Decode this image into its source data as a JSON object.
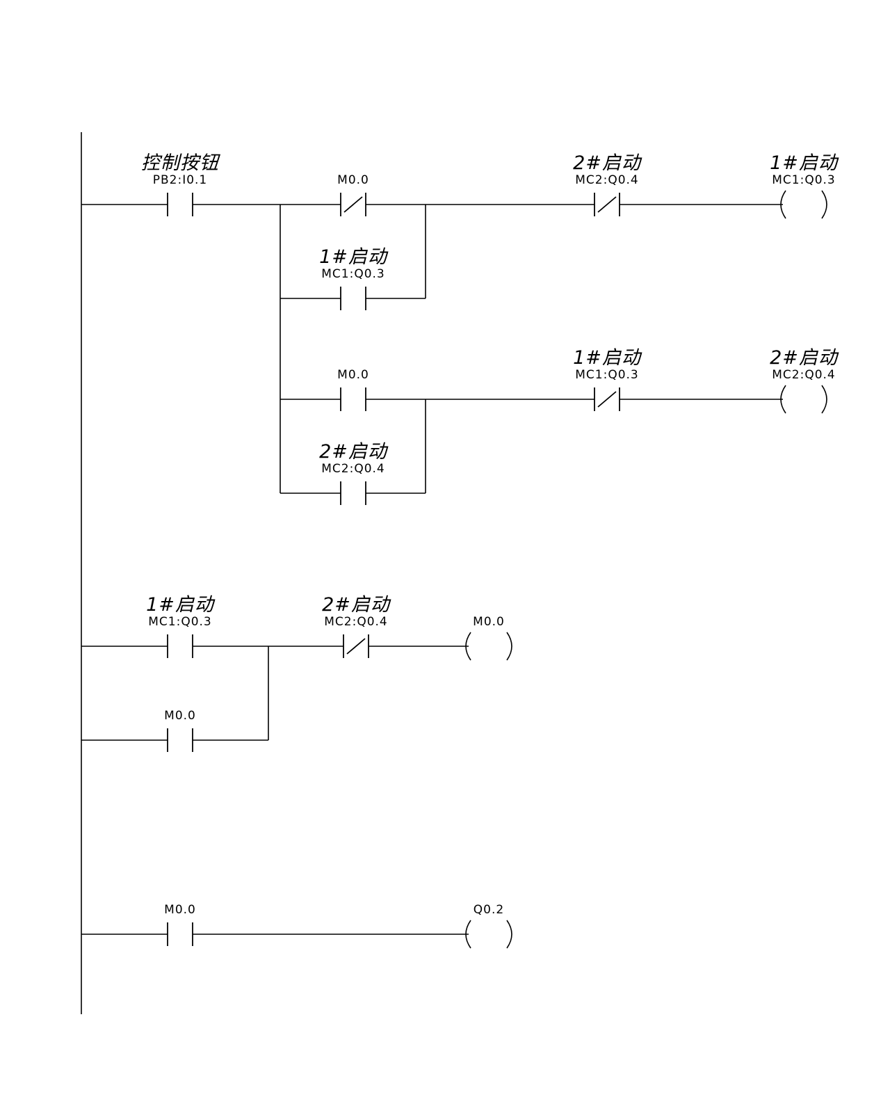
{
  "diagram": {
    "colors": {
      "line": "#000000",
      "background": "#ffffff"
    },
    "elements": [
      {
        "id": "c-pb2",
        "kind": "contact-no",
        "name": "控制按钮",
        "address": "PB2:I0.1"
      },
      {
        "id": "c-m00-nc1",
        "kind": "contact-nc",
        "name": "",
        "address": "M0.0"
      },
      {
        "id": "c-mc2-nc1",
        "kind": "contact-nc",
        "name": "2#启动",
        "address": "MC2:Q0.4"
      },
      {
        "id": "q-mc1",
        "kind": "coil",
        "name": "1#启动",
        "address": "MC1:Q0.3"
      },
      {
        "id": "c-mc1-no1",
        "kind": "contact-no",
        "name": "1#启动",
        "address": "MC1:Q0.3"
      },
      {
        "id": "c-m00-no1",
        "kind": "contact-no",
        "name": "",
        "address": "M0.0"
      },
      {
        "id": "c-mc1-nc1",
        "kind": "contact-nc",
        "name": "1#启动",
        "address": "MC1:Q0.3"
      },
      {
        "id": "q-mc2",
        "kind": "coil",
        "name": "2#启动",
        "address": "MC2:Q0.4"
      },
      {
        "id": "c-mc2-no1",
        "kind": "contact-no",
        "name": "2#启动",
        "address": "MC2:Q0.4"
      },
      {
        "id": "c-mc1-no2",
        "kind": "contact-no",
        "name": "1#启动",
        "address": "MC1:Q0.3"
      },
      {
        "id": "c-mc2-nc2",
        "kind": "contact-nc",
        "name": "2#启动",
        "address": "MC2:Q0.4"
      },
      {
        "id": "q-m00",
        "kind": "coil",
        "name": "",
        "address": "M0.0"
      },
      {
        "id": "c-m00-no2",
        "kind": "contact-no",
        "name": "",
        "address": "M0.0"
      },
      {
        "id": "c-m00-no3",
        "kind": "contact-no",
        "name": "",
        "address": "M0.0"
      },
      {
        "id": "q-q02",
        "kind": "coil",
        "name": "",
        "address": "Q0.2"
      }
    ]
  }
}
